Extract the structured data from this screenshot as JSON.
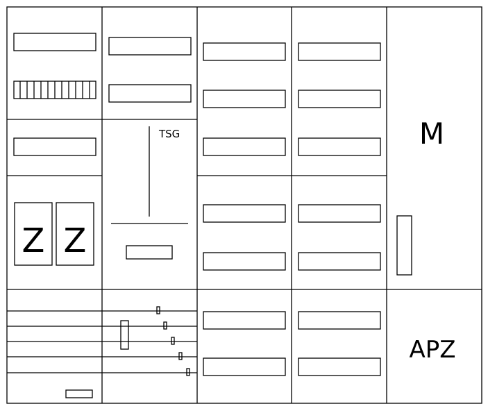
{
  "labels": {
    "tsg": "TSG",
    "meter_left": "Z",
    "meter_right": "Z",
    "m": "M",
    "apz": "APZ"
  },
  "colors": {
    "line": "#000000",
    "background": "#ffffff"
  }
}
